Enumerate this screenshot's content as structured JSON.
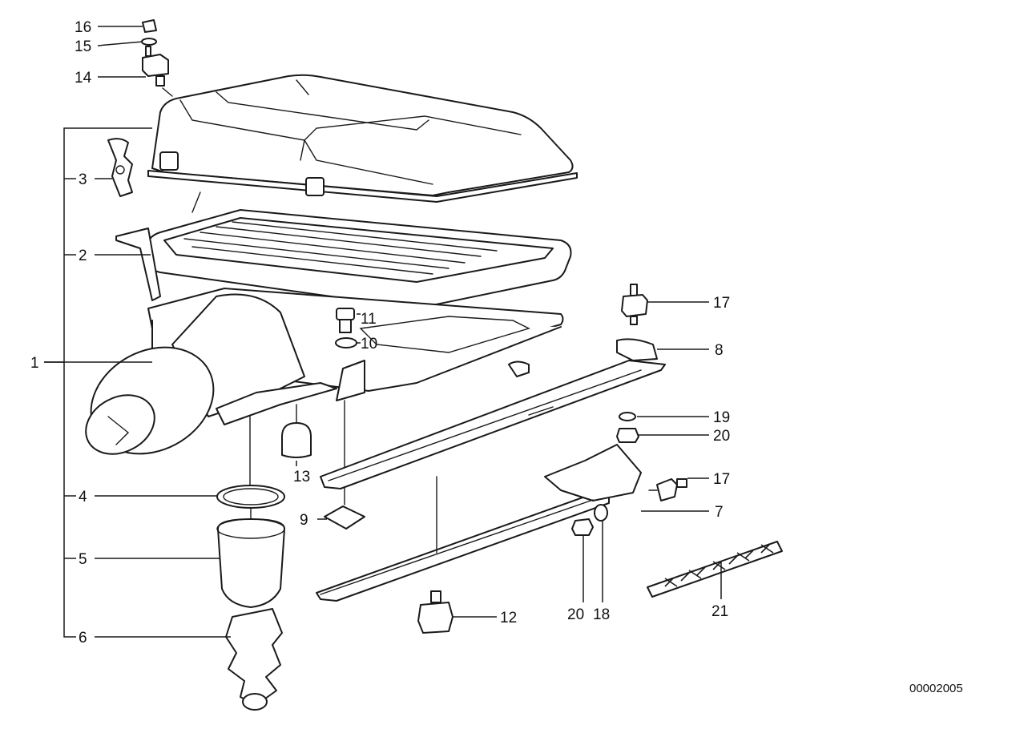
{
  "callouts": [
    "1",
    "2",
    "3",
    "4",
    "5",
    "6",
    "7",
    "8",
    "9",
    "10",
    "11",
    "12",
    "13",
    "14",
    "15",
    "16",
    "17",
    "17",
    "18",
    "19",
    "20",
    "20",
    "21"
  ],
  "diagram_number": "00002005",
  "colors": {
    "line": "#1a1a1a",
    "background": "#ffffff"
  }
}
